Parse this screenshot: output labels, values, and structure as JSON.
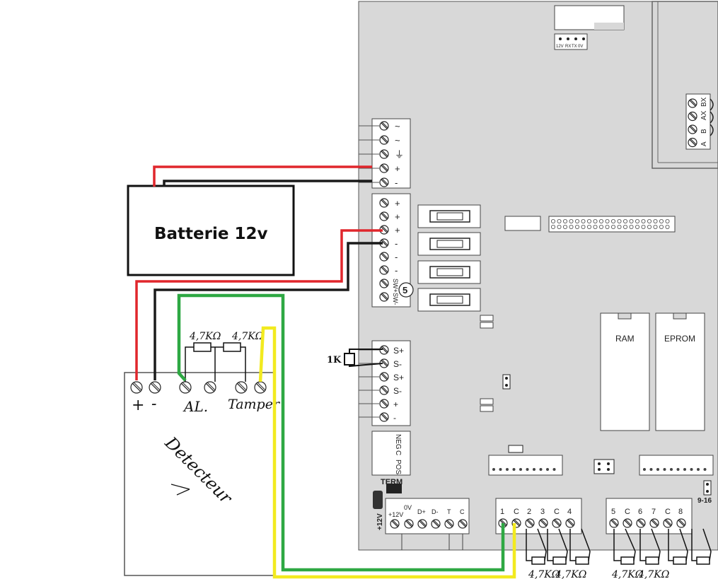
{
  "battery": {
    "label": "Batterie 12v"
  },
  "detector": {
    "label": "Detecteur",
    "plus": "+",
    "minus": "-",
    "al": "AL.",
    "tamper": "Tamper",
    "resistor_a": "4,7KΩ",
    "resistor_b": "4,7KΩ"
  },
  "panel": {
    "serial_header": [
      "12V",
      "RX",
      "TX",
      "0V"
    ],
    "abx_header": [
      "A",
      "B",
      "AX",
      "BX"
    ],
    "power_terms": [
      "~",
      "~",
      "⏚",
      "+",
      "-"
    ],
    "aux_terms": [
      "+",
      "+",
      "+",
      "-",
      "-",
      "-",
      "SW+",
      "SW-"
    ],
    "aux_badge": "5",
    "siren_terms": [
      "S+",
      "S-",
      "S+",
      "S-",
      "+",
      "-"
    ],
    "resistor_1k": "1K",
    "neg_terms": [
      "NEG",
      "C",
      "POS"
    ],
    "term_label": "TERM",
    "bus_terms": [
      "+12V",
      "0V",
      "D+",
      "D-",
      "T",
      "C"
    ],
    "zones_a": [
      "1",
      "C",
      "2",
      "3",
      "C",
      "4"
    ],
    "zones_b": [
      "5",
      "C",
      "6",
      "7",
      "C",
      "8"
    ],
    "jumper_label": "9-16",
    "ram_label": "RAM",
    "eprom_label": "EPROM",
    "zone_resistors_a": [
      "4,7KΩ",
      "4,7KΩ"
    ],
    "zone_resistors_b": [
      "4,7KΩ",
      "4,7KΩ"
    ]
  },
  "colors": {
    "red_wire": "#e0262c",
    "black_wire": "#1a1a1a",
    "green_wire": "#2ea843",
    "yellow_wire": "#f2ea1f",
    "board": "#d8d8d8"
  }
}
